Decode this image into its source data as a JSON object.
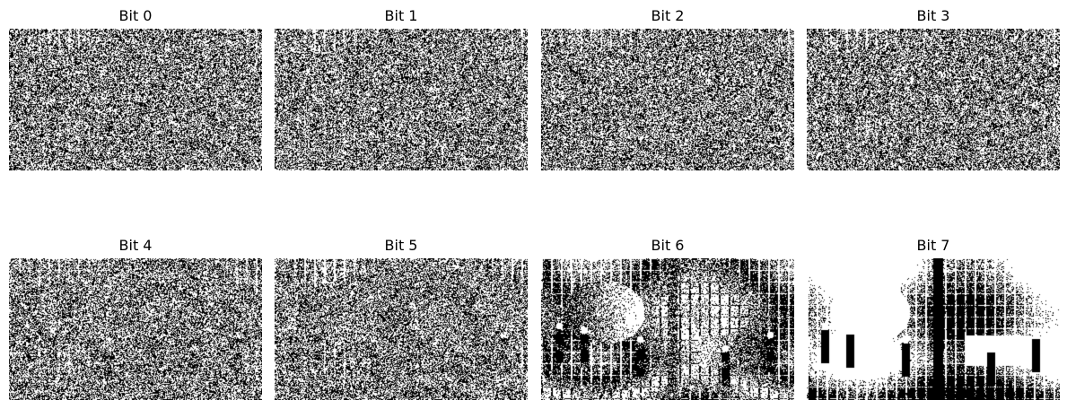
{
  "figure": {
    "panels": [
      {
        "title": "Bit 0",
        "bit": 0
      },
      {
        "title": "Bit 1",
        "bit": 1
      },
      {
        "title": "Bit 2",
        "bit": 2
      },
      {
        "title": "Bit 3",
        "bit": 3
      },
      {
        "title": "Bit 4",
        "bit": 4
      },
      {
        "title": "Bit 5",
        "bit": 5
      },
      {
        "title": "Bit 6",
        "bit": 6
      },
      {
        "title": "Bit 7",
        "bit": 7
      }
    ],
    "colors": {
      "on": "#ffffff",
      "off": "#000000",
      "background": "#ffffff"
    }
  }
}
